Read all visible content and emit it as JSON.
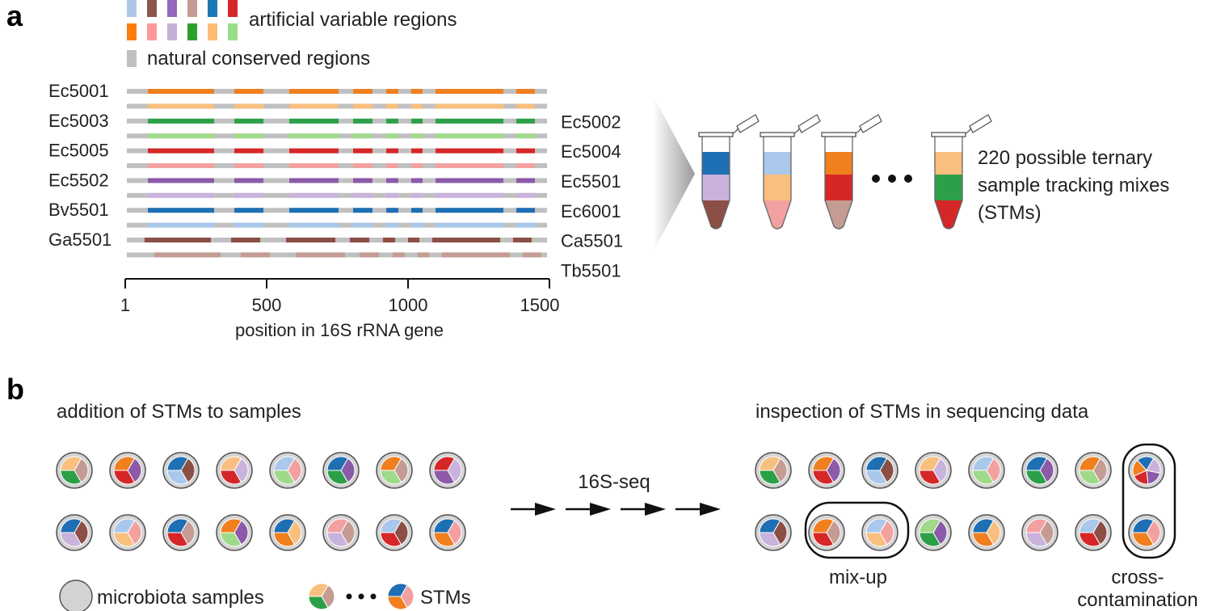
{
  "panel_a": {
    "label": "a",
    "legend": {
      "variable_label": "artificial variable regions",
      "conserved_label": "natural conserved regions",
      "variable_colors_row1": [
        "#aec7e8",
        "#8c564b",
        "#9467bd",
        "#c49c94",
        "#1f77b4",
        "#d62728"
      ],
      "variable_colors_row2": [
        "#ff7f0e",
        "#ff9896",
        "#c5b0d5",
        "#2ca02c",
        "#ffbb78",
        "#98df8a"
      ],
      "conserved_color": "#c0c0c0"
    },
    "strains": [
      {
        "name": "Ec5001",
        "side": "left",
        "color": "#f07f1e"
      },
      {
        "name": "Ec5002",
        "side": "right",
        "color": "#f9bf7f"
      },
      {
        "name": "Ec5003",
        "side": "left",
        "color": "#2ca048"
      },
      {
        "name": "Ec5004",
        "side": "right",
        "color": "#9fd98a"
      },
      {
        "name": "Ec5005",
        "side": "left",
        "color": "#d62728"
      },
      {
        "name": "Ec5501",
        "side": "right",
        "color": "#f3a1a0"
      },
      {
        "name": "Ec5502",
        "side": "left",
        "color": "#8c5aa8"
      },
      {
        "name": "Ec6001",
        "side": "right",
        "color": "#c9b2db"
      },
      {
        "name": "Bv5501",
        "side": "left",
        "color": "#1f6fb4"
      },
      {
        "name": "Ca5501",
        "side": "right",
        "color": "#a9c8eb"
      },
      {
        "name": "Ga5501",
        "side": "left",
        "color": "#8c4f45"
      },
      {
        "name": "Tb5501",
        "side": "right",
        "color": "#c49c94"
      }
    ],
    "axis": {
      "label": "position in 16S rRNA gene",
      "ticks": [
        "1",
        "500",
        "1000",
        "1500"
      ]
    },
    "tubes": [
      {
        "colors": [
          "#1f6fb4",
          "#c9b2db",
          "#8c4f45"
        ]
      },
      {
        "colors": [
          "#a9c8eb",
          "#f9bf7f",
          "#f3a1a0"
        ]
      },
      {
        "colors": [
          "#f07f1e",
          "#d62728",
          "#c49c94"
        ]
      },
      {
        "colors": [
          "#f9bf7f",
          "#2ca048",
          "#d62728"
        ]
      }
    ],
    "stm_text": [
      "220 possible ternary",
      "sample tracking mixes",
      "(STMs)"
    ]
  },
  "panel_b": {
    "label": "b",
    "left_title": "addition of STMs to samples",
    "right_title": "inspection of STMs in sequencing data",
    "arrow_label": "16S-seq",
    "mixup_label": "mix-up",
    "cross_label_1": "cross-",
    "cross_label_2": "contamination",
    "legend_samples": "microbiota samples",
    "legend_stms": "STMs",
    "left_grid": [
      [
        [
          "#c49c94",
          "#2ca048",
          "#f9bf7f"
        ],
        [
          "#8c5aa8",
          "#d62728",
          "#f07f1e"
        ],
        [
          "#8c4f45",
          "#a9c8eb",
          "#1f6fb4"
        ],
        [
          "#c9b2db",
          "#d62728",
          "#f9bf7f"
        ],
        [
          "#f3a1a0",
          "#9fd98a",
          "#a9c8eb"
        ],
        [
          "#8c5aa8",
          "#2ca048",
          "#1f6fb4"
        ],
        [
          "#c49c94",
          "#9fd98a",
          "#f07f1e"
        ],
        [
          "#c9b2db",
          "#8c5aa8",
          "#d62728"
        ]
      ],
      [
        [
          "#8c4f45",
          "#c9b2db",
          "#1f6fb4"
        ],
        [
          "#f3a1a0",
          "#f9bf7f",
          "#a9c8eb"
        ],
        [
          "#c49c94",
          "#d62728",
          "#1f6fb4"
        ],
        [
          "#8c5aa8",
          "#9fd98a",
          "#f07f1e"
        ],
        [
          "#f9bf7f",
          "#f07f1e",
          "#1f6fb4"
        ],
        [
          "#c49c94",
          "#c9b2db",
          "#f3a1a0"
        ],
        [
          "#8c4f45",
          "#d62728",
          "#a9c8eb"
        ],
        [
          "#f3a1a0",
          "#f07f1e",
          "#1f6fb4"
        ]
      ]
    ],
    "right_grid": [
      [
        [
          "#c49c94",
          "#2ca048",
          "#f9bf7f"
        ],
        [
          "#8c5aa8",
          "#d62728",
          "#f07f1e"
        ],
        [
          "#8c4f45",
          "#a9c8eb",
          "#1f6fb4"
        ],
        [
          "#c9b2db",
          "#d62728",
          "#f9bf7f"
        ],
        [
          "#f3a1a0",
          "#9fd98a",
          "#a9c8eb"
        ],
        [
          "#8c5aa8",
          "#2ca048",
          "#1f6fb4"
        ],
        [
          "#c49c94",
          "#9fd98a",
          "#f07f1e"
        ],
        [
          "#c9b2db",
          "#8c5aa8",
          "#d62728",
          "#f07f1e",
          "#1f6fb4"
        ]
      ],
      [
        [
          "#8c4f45",
          "#c9b2db",
          "#1f6fb4"
        ],
        [
          "#c49c94",
          "#d62728",
          "#f07f1e"
        ],
        [
          "#f3a1a0",
          "#f9bf7f",
          "#a9c8eb"
        ],
        [
          "#8c5aa8",
          "#2ca048",
          "#9fd98a"
        ],
        [
          "#f9bf7f",
          "#f07f1e",
          "#1f6fb4"
        ],
        [
          "#c49c94",
          "#c9b2db",
          "#f3a1a0"
        ],
        [
          "#8c4f45",
          "#d62728",
          "#a9c8eb"
        ],
        [
          "#f3a1a0",
          "#f07f1e",
          "#1f6fb4"
        ]
      ]
    ],
    "legend_stm_left": [
      "#c49c94",
      "#2ca048",
      "#f9bf7f"
    ],
    "legend_stm_right": [
      "#f3a1a0",
      "#f07f1e",
      "#1f6fb4"
    ],
    "sample_color": "#d3d3d3"
  }
}
